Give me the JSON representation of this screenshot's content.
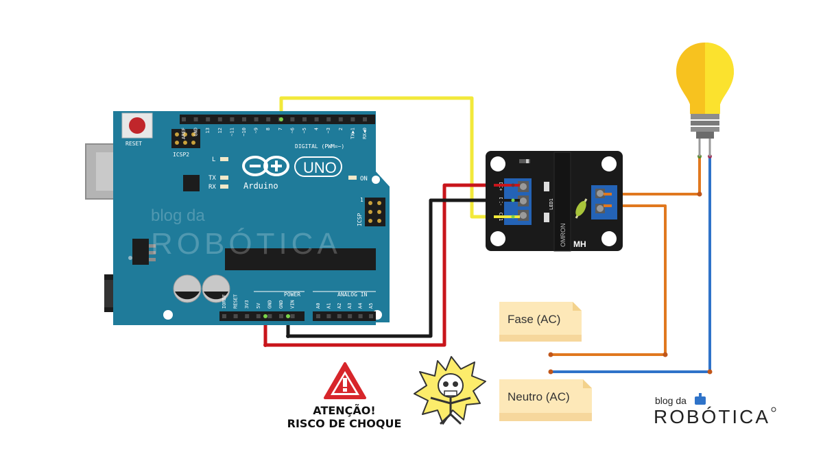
{
  "arduino": {
    "model": "UNO",
    "brand": "Arduino",
    "reset_label": "RESET",
    "icsp2_label": "ICSP2",
    "icsp_label": "ICSP",
    "icsp_pin": "1",
    "digital_label": "DIGITAL (PWM=~)",
    "power_label": "POWER",
    "analog_label": "ANALOG IN",
    "led_l": "L",
    "led_tx": "TX",
    "led_rx": "RX",
    "on_label": "ON",
    "top_pins": [
      "AREF",
      "GND",
      "13",
      "12",
      "~11",
      "~10",
      "~9",
      "8",
      "7",
      "~6",
      "~5",
      "4",
      "~3",
      "2",
      "TX▶1",
      "RX◀0"
    ],
    "power_pins": [
      "IOREF",
      "RESET",
      "3V3",
      "5V",
      "GND",
      "GND",
      "VIN"
    ],
    "analog_pins": [
      "A0",
      "A1",
      "A2",
      "A3",
      "A4",
      "A5"
    ],
    "colors": {
      "board": "#1f7b9a",
      "board_dark": "#17637c"
    }
  },
  "relay": {
    "brand": "OMRON",
    "mark": "MH",
    "led_label": "LED1",
    "pins": [
      "DC+",
      "DC-",
      "CH1"
    ],
    "colors": {
      "board": "#1a1a1a",
      "terminal": "#2463b6"
    }
  },
  "labels": {
    "fase": "Fase (AC)",
    "neutro": "Neutro (AC)"
  },
  "warning": {
    "line1": "ATENÇÃO!",
    "line2": "RISCO DE CHOQUE"
  },
  "logo": {
    "top": "blog da",
    "bottom": "ROBÓTICA"
  },
  "wires": {
    "signal": "#f2e93a",
    "vcc": "#c8151b",
    "gnd": "#1a1a1a",
    "fase": "#e0781f",
    "neutro": "#2f73c9"
  }
}
